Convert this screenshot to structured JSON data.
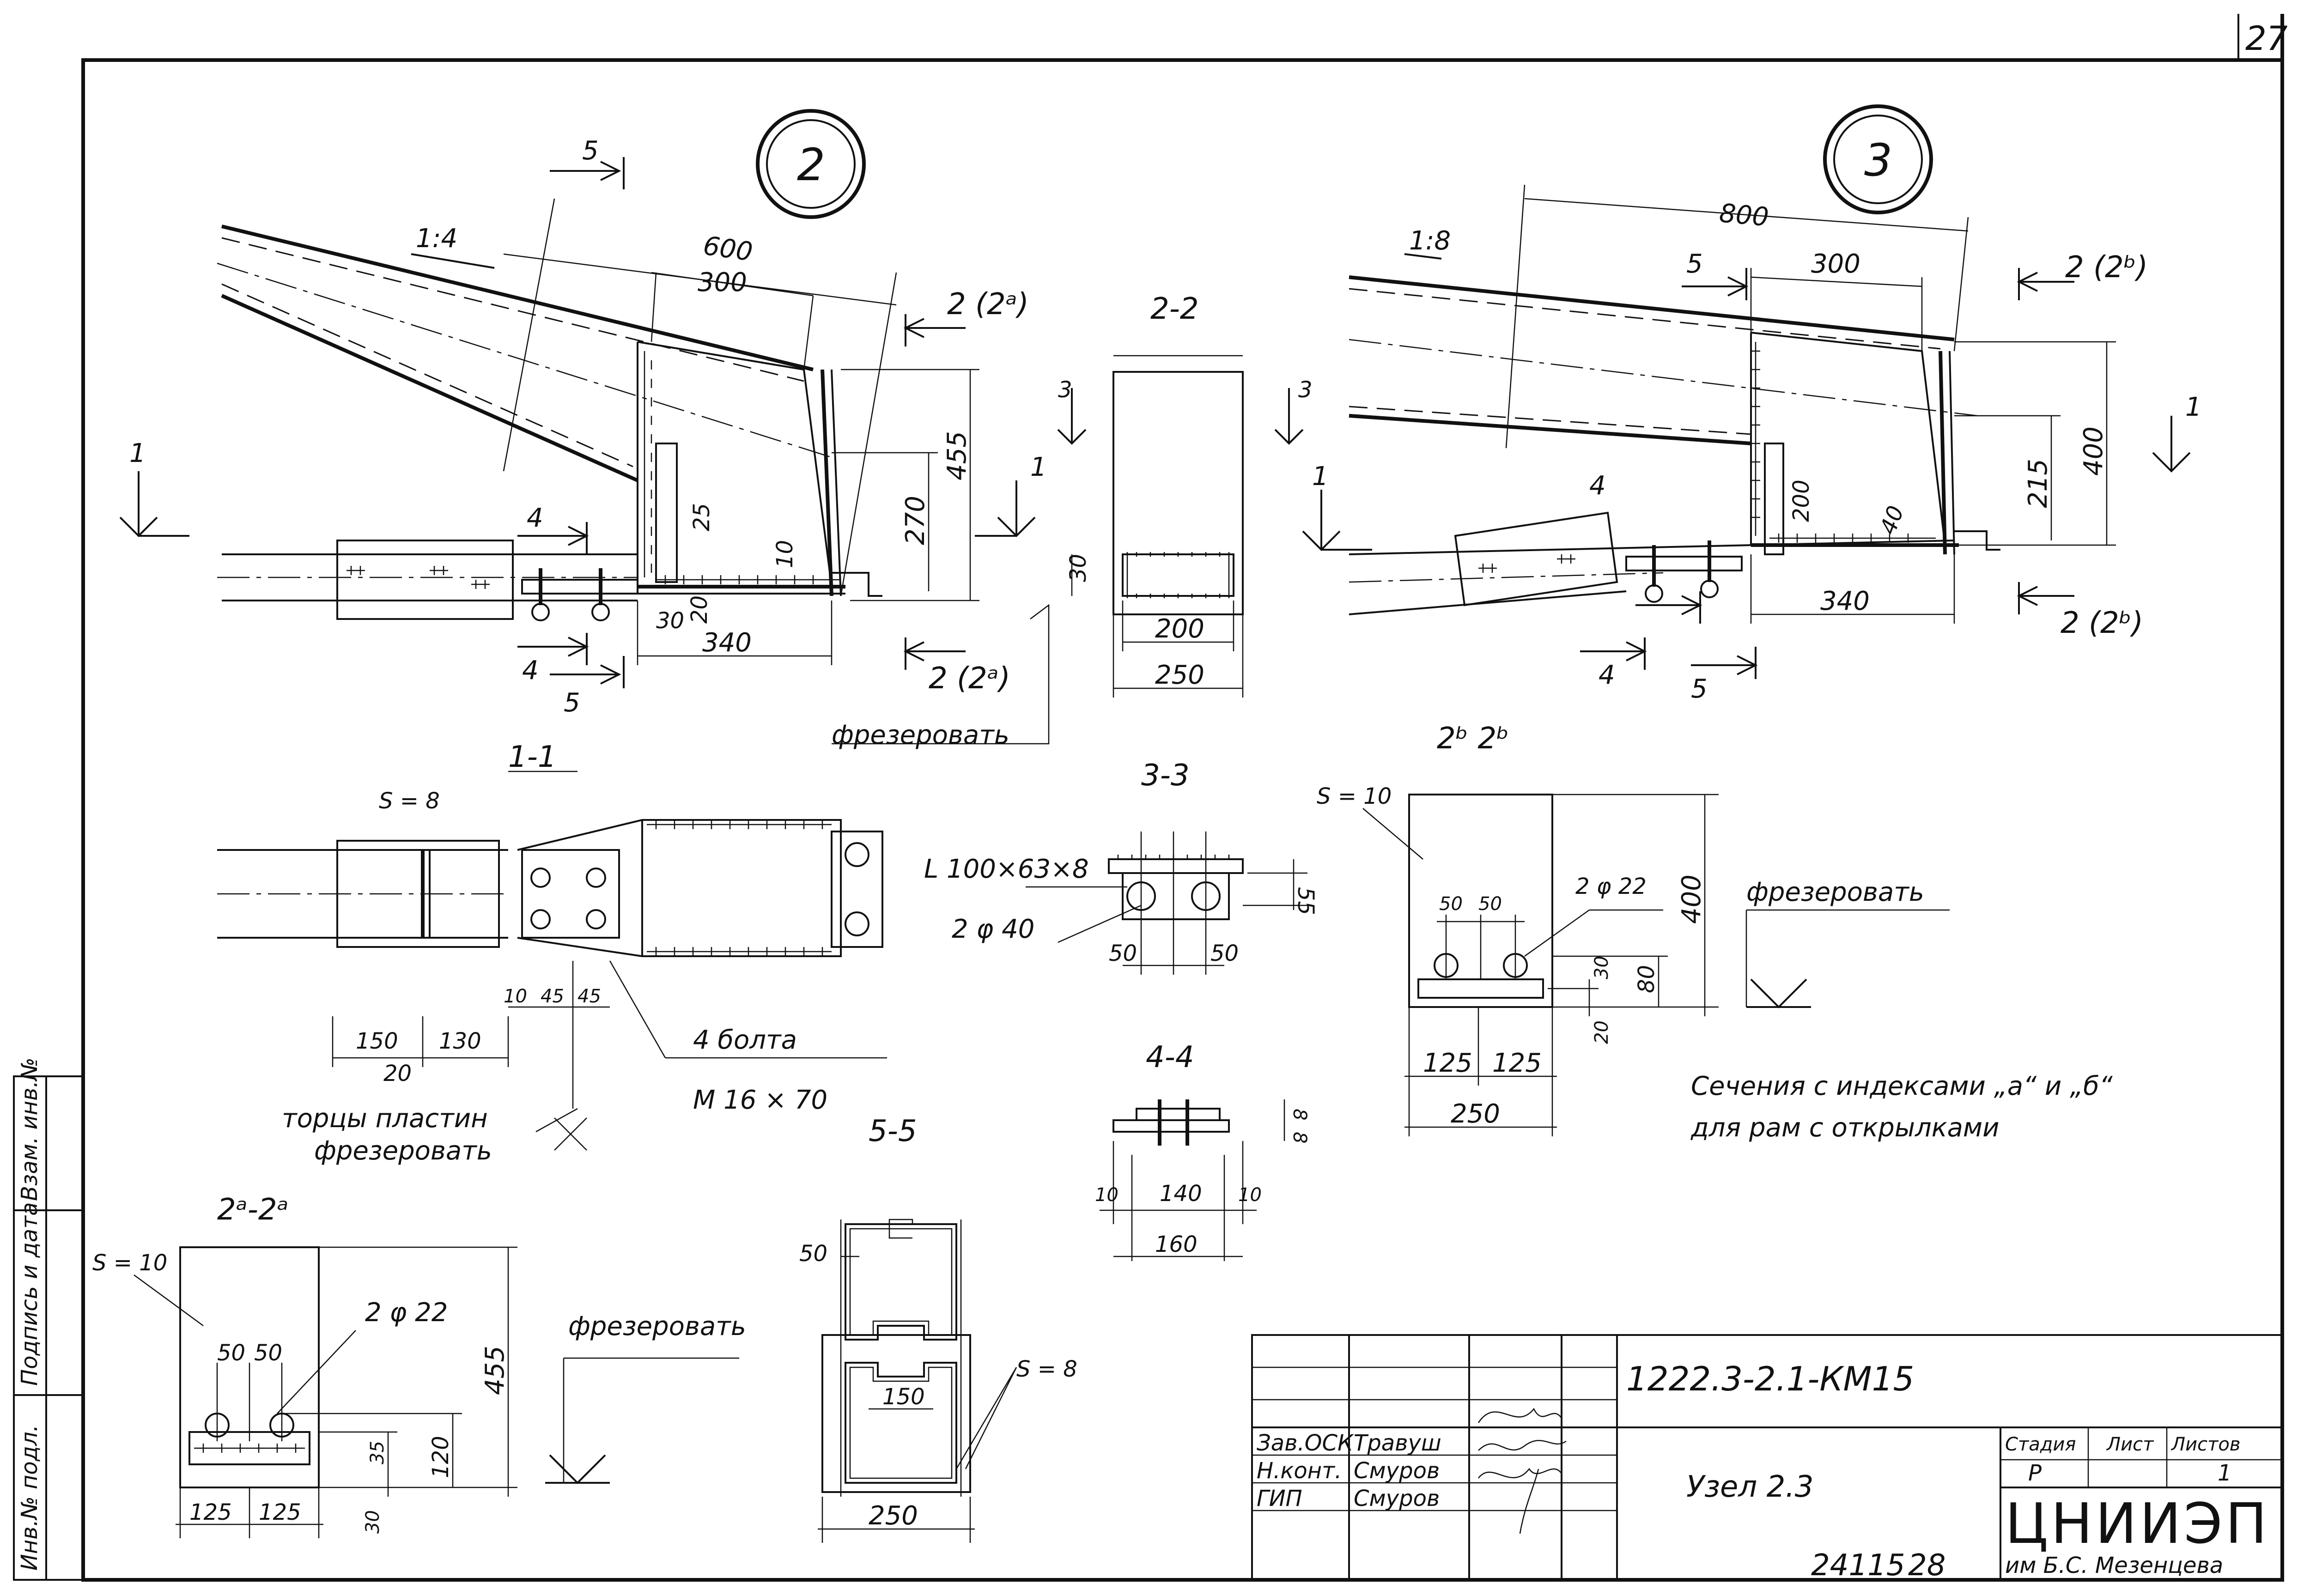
{
  "page": {
    "number": "27"
  },
  "nodes": {
    "node_a": "2",
    "node_b": "3"
  },
  "slopes": {
    "a": "1:4",
    "b": "1:8"
  },
  "sections": {
    "s11": "1-1",
    "s22": "2-2",
    "s33": "3-3",
    "s44": "4-4",
    "s55": "5-5",
    "s2a": "2ᵃ-2ᵃ",
    "s2b": "2ᵇ 2ᵇ"
  },
  "cut_marks": {
    "c1": "1",
    "c3": "3",
    "c4": "4",
    "c5": "5",
    "c2a": "2 (2ᵃ)",
    "c2b": "2 (2ᵇ)"
  },
  "dims": {
    "d600": "600",
    "d800": "800",
    "d300": "300",
    "d455": "455",
    "d270": "270",
    "d400": "400",
    "d215": "215",
    "d340": "340",
    "d200": "200",
    "d250": "250",
    "d125": "125",
    "d150": "150",
    "d130": "130",
    "d140": "140",
    "d160": "160",
    "d120": "120",
    "d80": "80",
    "d55": "55",
    "d50": "50",
    "d45": "45",
    "d40": "40",
    "d35": "35",
    "d30": "30",
    "d25": "25",
    "d20": "20",
    "d10": "10",
    "d8": "8"
  },
  "notes": {
    "mill": "фрезеровать",
    "plate_ends": "торцы пластин",
    "bolts": "4 болта",
    "bolt_size": "М 16 × 70",
    "angle": "L 100×63×8",
    "holes_40": "2 φ 40",
    "holes_22": "2 φ 22",
    "s8": "S = 8",
    "s10": "S = 10",
    "sections_note_1": "Сечения с индексами „а“ и „б“",
    "sections_note_2": "для рам с открылками"
  },
  "side_stamp": {
    "inv_orig": "Инв.№ подл.",
    "sign_date": "Подпись и дата",
    "inv_replace": "Взам. инв.№"
  },
  "title_block": {
    "code": "1222.3-2.1-КМ15",
    "roles": [
      "Зав.ОСК",
      "Н.конт.",
      "ГИП"
    ],
    "names": [
      "Травуш",
      "Смуров",
      "Смуров"
    ],
    "title": "Узел 2.3",
    "stage_label": "Стадия",
    "sheet_label": "Лист",
    "sheets_label": "Листов",
    "stage": "Р",
    "sheets": "1",
    "org": "ЦНИИЭП",
    "org_sub": "им Б.С. Мезенцева"
  },
  "footer": {
    "archive": "24115",
    "frame": "28"
  }
}
